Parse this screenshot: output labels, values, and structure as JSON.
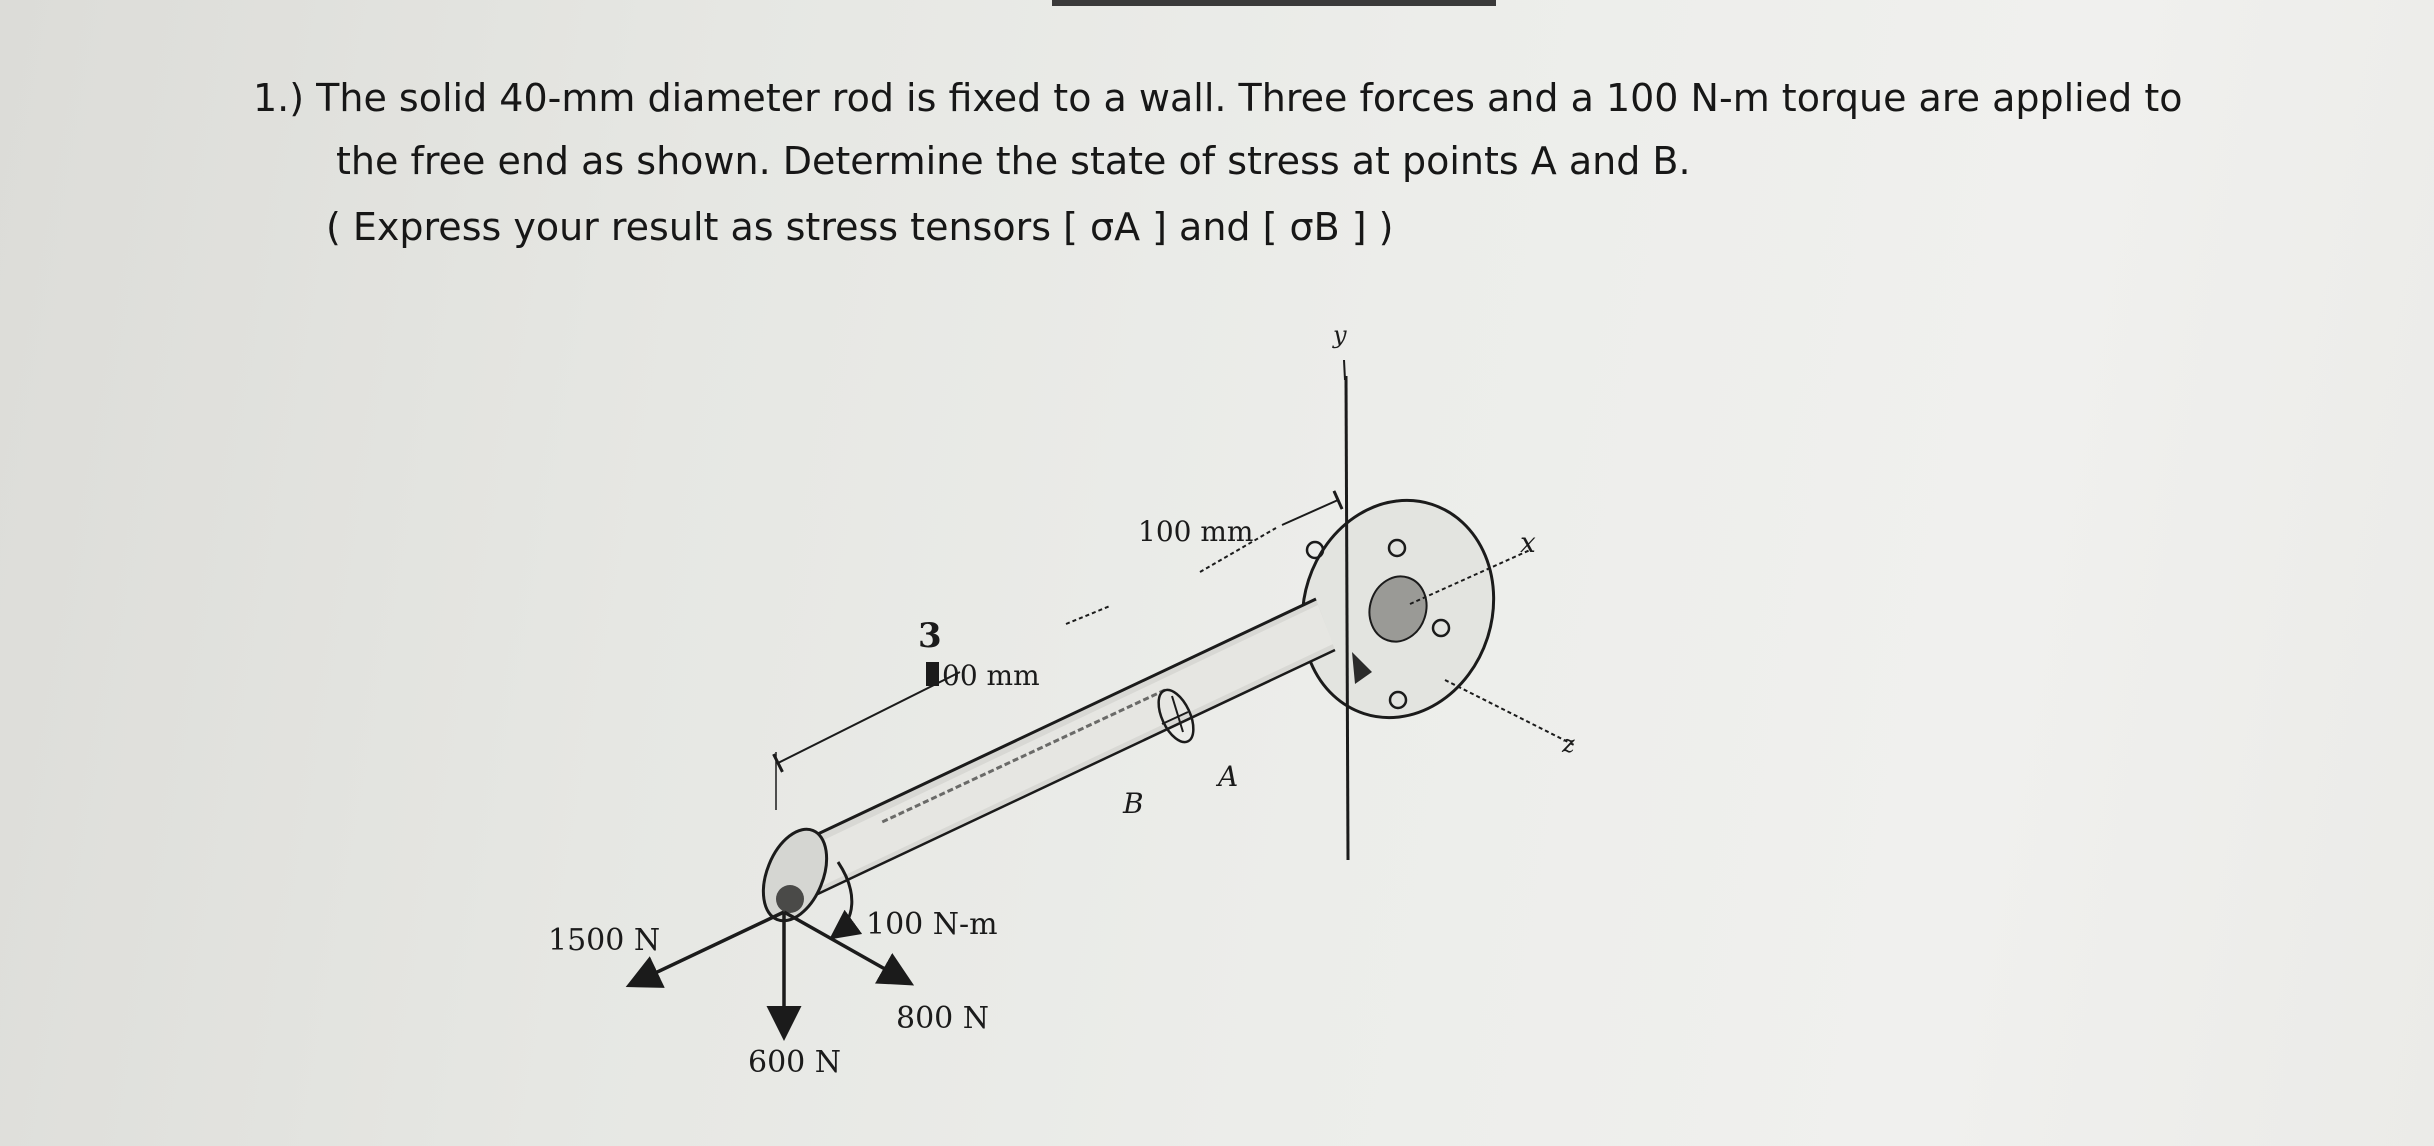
{
  "problem": {
    "line1": "1.) The solid 40-mm diameter rod is fixed to a wall.  Three forces and a 100 N-m torque are applied to",
    "line2": "the free end as shown.  Determine the state of stress at points A and B.",
    "line3": "( Express your result as stress tensors [ σA ] and [ σB ] )"
  },
  "diagram": {
    "axis_y": "y",
    "axis_x": "x",
    "axis_z": "z",
    "dim_100": "100 mm",
    "dim_300_prefix": "3",
    "dim_300": "00 mm",
    "force_1500": "1500 N",
    "force_600": "600 N",
    "force_800": "800 N",
    "torque": "100 N-m",
    "point_a": "A",
    "point_b": "B"
  },
  "colors": {
    "ink": "#1b1b1b",
    "paper": "#eaebe7"
  }
}
